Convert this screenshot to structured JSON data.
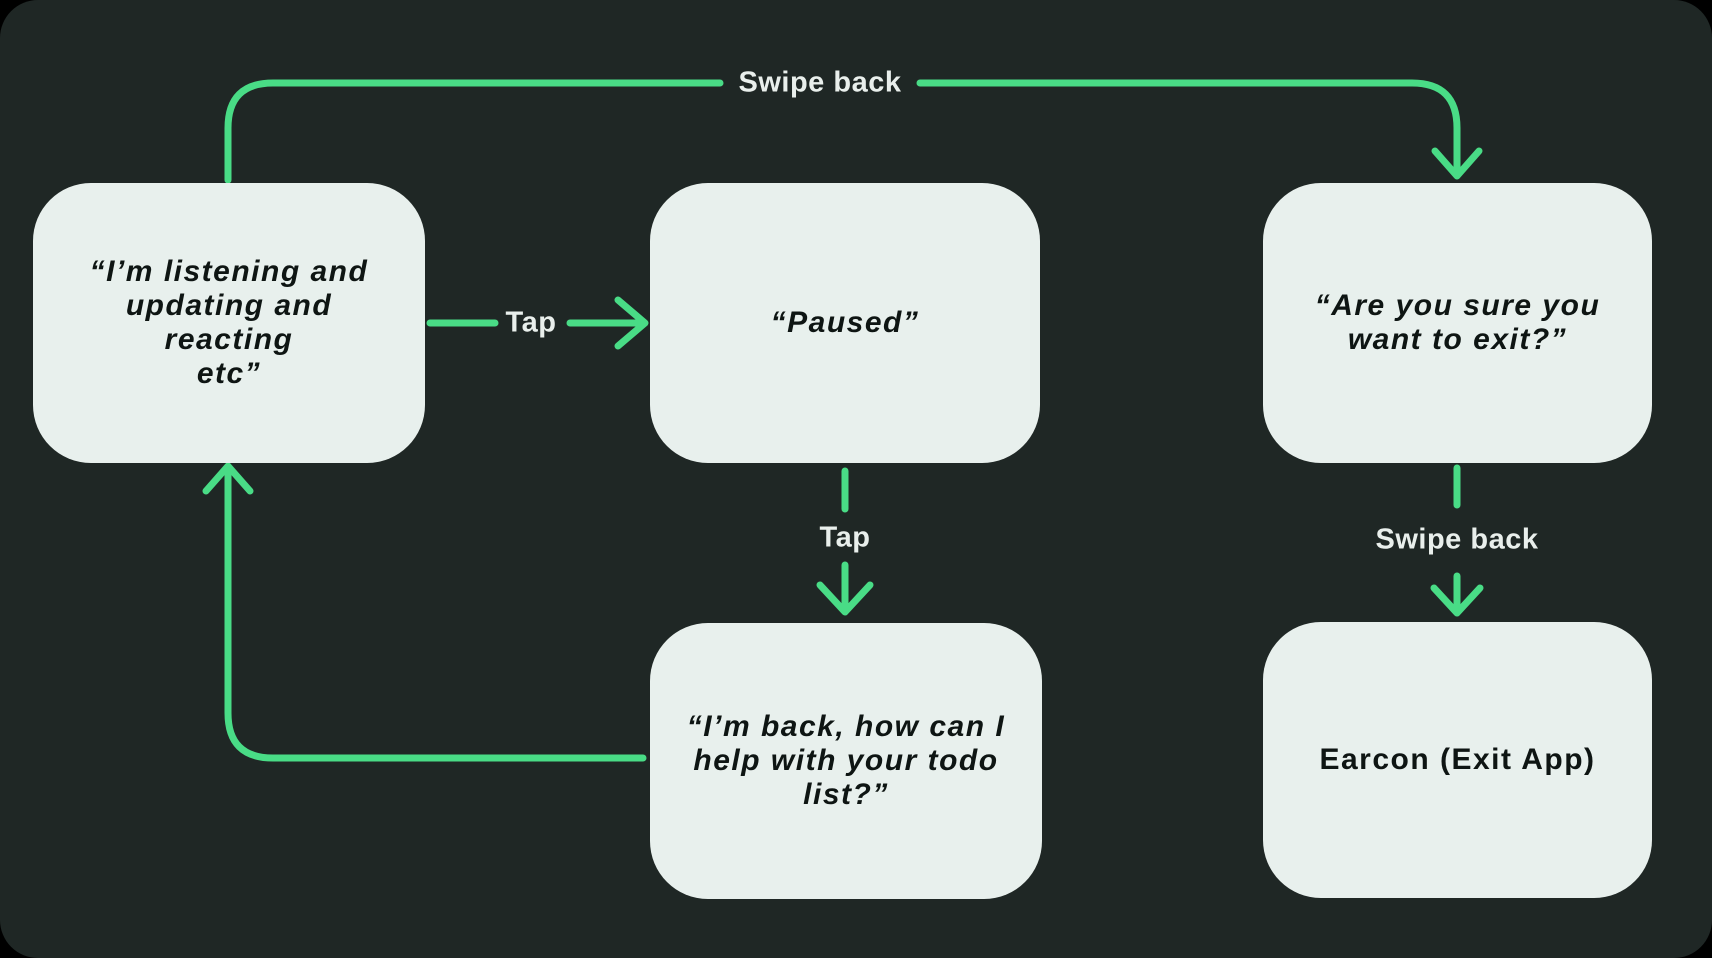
{
  "colors": {
    "panel_bg": "#1f2725",
    "arrow_green": "#49dc86",
    "box_fill": "#e8f0ed",
    "box_text": "#0e1513",
    "label_text": "#e9efec"
  },
  "diagram": {
    "type": "state-flow",
    "nodes": {
      "listening": {
        "text": "“I’m listening and\nupdating and reacting\netc”"
      },
      "paused": {
        "text": "“Paused”"
      },
      "confirm_exit": {
        "text": "“Are you sure you\nwant to exit?”"
      },
      "back_todo": {
        "text": "“I’m back, how can I\nhelp with your todo\nlist?”"
      },
      "earcon": {
        "text": "Earcon (Exit App)"
      }
    },
    "edges": {
      "swipe_back_top": {
        "label": "Swipe back",
        "from": "listening",
        "to": "confirm_exit"
      },
      "tap_right": {
        "label": "Tap",
        "from": "listening",
        "to": "paused"
      },
      "tap_down": {
        "label": "Tap",
        "from": "paused",
        "to": "back_todo"
      },
      "swipe_back_down": {
        "label": "Swipe back",
        "from": "confirm_exit",
        "to": "earcon"
      },
      "loop_return": {
        "label": "",
        "from": "back_todo",
        "to": "listening"
      }
    }
  }
}
